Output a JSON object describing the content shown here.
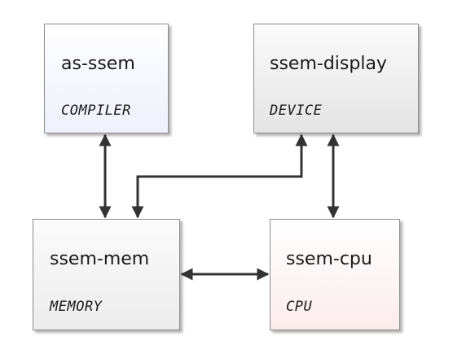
{
  "nodes": {
    "as_ssem": {
      "title": "as-ssem",
      "type": "COMPILER"
    },
    "ssem_display": {
      "title": "ssem-display",
      "type": "DEVICE"
    },
    "ssem_mem": {
      "title": "ssem-mem",
      "type": "MEMORY"
    },
    "ssem_cpu": {
      "title": "ssem-cpu",
      "type": "CPU"
    }
  },
  "edges": [
    {
      "from": "as-ssem",
      "to": "ssem-mem",
      "direction": "both"
    },
    {
      "from": "ssem-display",
      "to": "ssem-mem",
      "direction": "both"
    },
    {
      "from": "ssem-display",
      "to": "ssem-cpu",
      "direction": "both"
    },
    {
      "from": "ssem-mem",
      "to": "ssem-cpu",
      "direction": "both"
    }
  ],
  "colors": {
    "line": "#333333",
    "border": "#8d8d8d",
    "compiler_fill": "#eef0fb",
    "cpu_fill": "#fbecec",
    "device_fill": "#e4e4e4",
    "memory_fill": "#ececec"
  }
}
